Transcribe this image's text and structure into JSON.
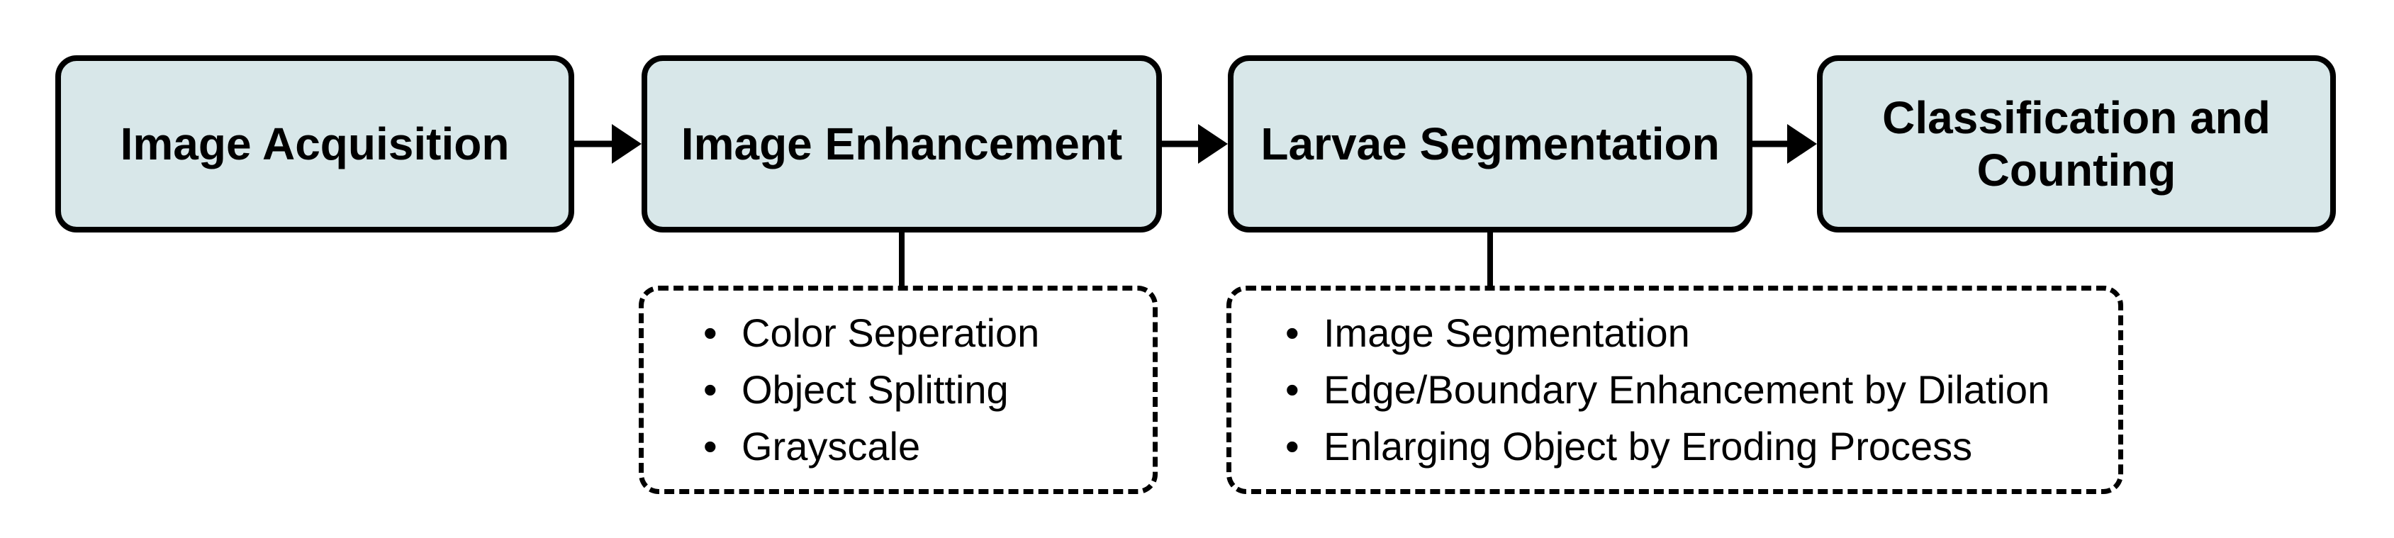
{
  "diagram": {
    "type": "flowchart",
    "direction": "left-to-right",
    "colors": {
      "box_fill": "#d8e7e9",
      "box_border": "#000000",
      "text": "#000000",
      "background": "#ffffff"
    },
    "steps": [
      {
        "label": "Image Acquisition"
      },
      {
        "label": "Image Enhancement",
        "details": [
          "Color Seperation",
          "Object Splitting",
          "Grayscale"
        ]
      },
      {
        "label": "Larvae Segmentation",
        "details": [
          "Image Segmentation",
          "Edge/Boundary Enhancement by Dilation",
          "Enlarging Object by Eroding Process"
        ]
      },
      {
        "label": "Classification and Counting"
      }
    ]
  }
}
